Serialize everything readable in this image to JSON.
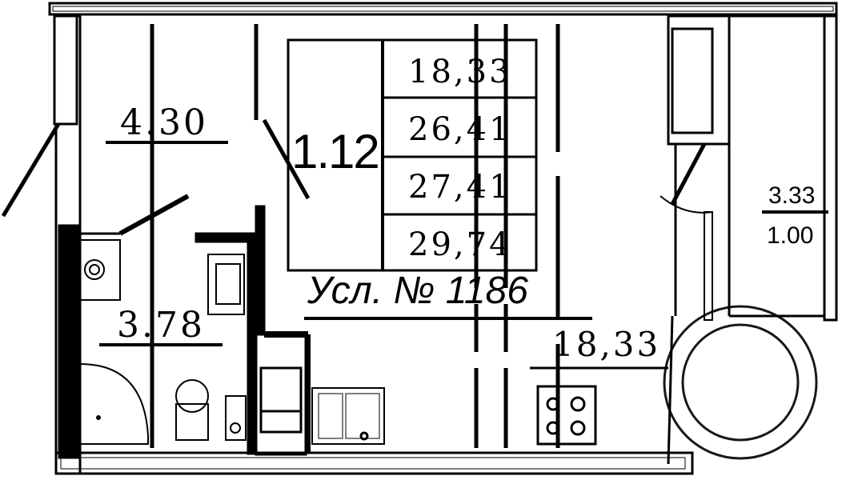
{
  "plan": {
    "rooms": {
      "hall_area": "4.30",
      "bath_area": "3.78",
      "main_area": "18,33",
      "balcony_area": "3.33",
      "balcony_coef": "1.00"
    },
    "legend": {
      "code": "1.12",
      "areas": [
        "18,33",
        "26,41",
        "27,41",
        "29,74"
      ]
    },
    "unit_label": "Усл. № 1186"
  }
}
